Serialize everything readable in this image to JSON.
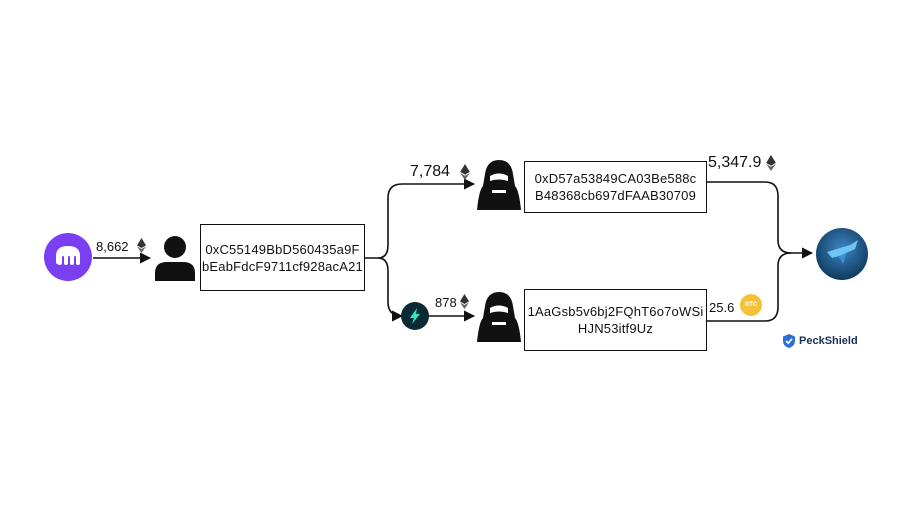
{
  "nodes": {
    "source_exchange": {
      "icon": "kraken-logo-icon"
    },
    "first_hop": {
      "icon": "person-icon",
      "address": "0xC55149BbD560435a9F\nbEabFdcF9711cf928acA21"
    },
    "eth_hacker": {
      "icon": "hacker-icon",
      "address": "0xD57a53849CA03Be588c\nB48368cb697dFAAB30709"
    },
    "btc_hacker": {
      "icon": "hacker-icon",
      "address": "1AaGsb5v6bj2FQhT6o7oWSi\nHJN53itf9Uz"
    },
    "bridge": {
      "icon": "thorchain-logo-icon"
    },
    "destination": {
      "icon": "bird-logo-icon"
    }
  },
  "flows": {
    "source_to_hop": "8,662",
    "hop_to_eth_hacker": "7,784",
    "hop_to_bridge": "878",
    "eth_hacker_out": "5,347.9",
    "btc_hacker_out": "25.6"
  },
  "tokens": {
    "eth": "eth-icon",
    "btc": "BTC"
  },
  "watermark": {
    "brand": "PeckShield"
  },
  "colors": {
    "kraken": "#7b3ff2",
    "thorchain": "#0c2a33",
    "btc": "#f4c23a",
    "destination": "#1f5f8f",
    "line": "#111111",
    "peck": "#2f6fd6"
  }
}
